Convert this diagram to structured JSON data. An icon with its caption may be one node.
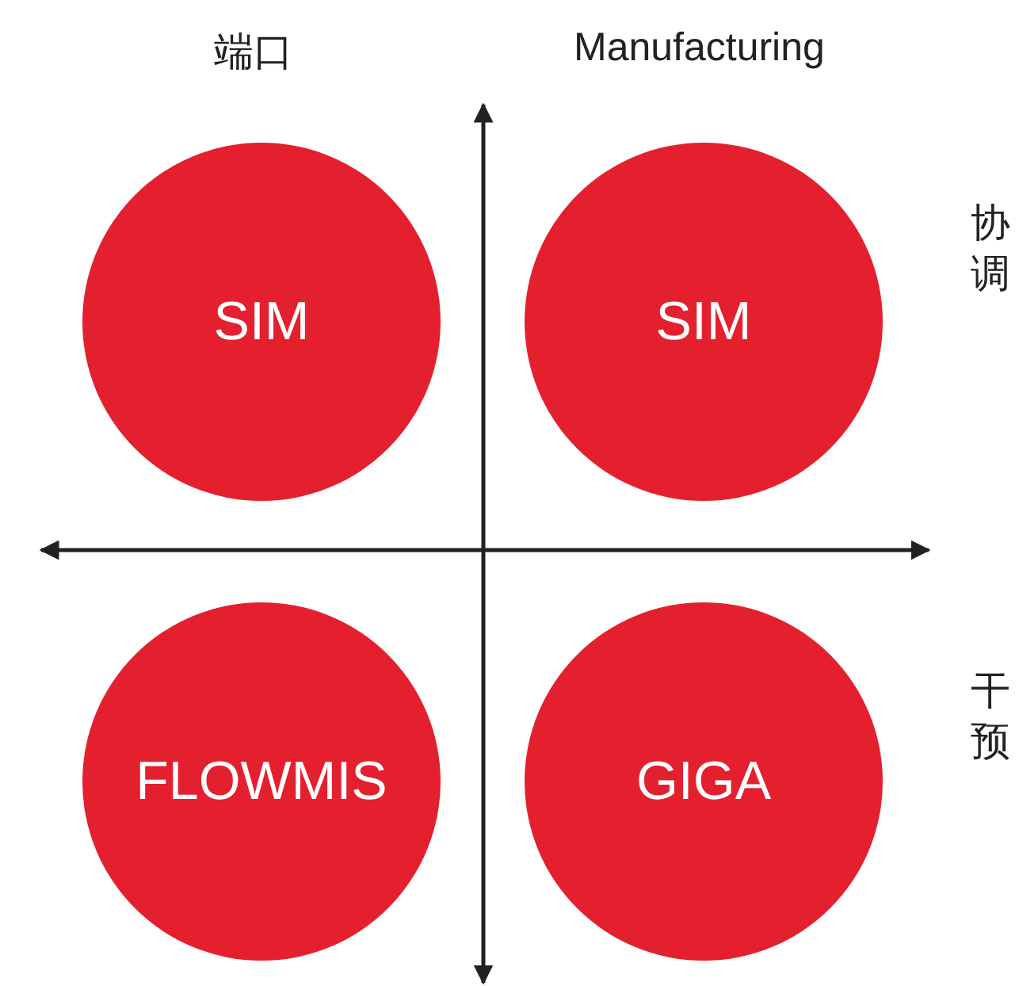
{
  "diagram": {
    "nodes": [
      {
        "text": [
          "SIM"
        ]
      },
      {
        "text": [
          "SIM"
        ]
      },
      {
        "text": [
          "FLOWMIS"
        ]
      },
      {
        "text": [
          "GIGA"
        ]
      }
    ],
    "labels": [
      "端口",
      "Manufacturing",
      "协调",
      "干预"
    ]
  }
}
